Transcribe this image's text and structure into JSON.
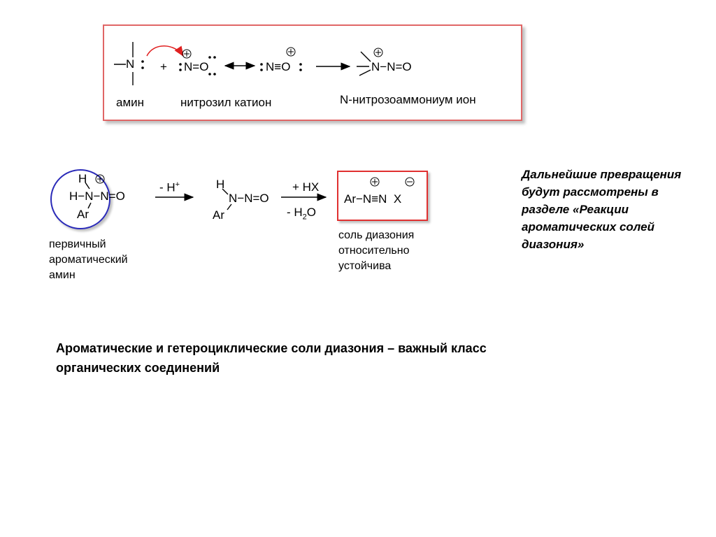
{
  "top": {
    "label_amine": "амин",
    "label_nitrosyl": "нитрозил катион",
    "label_ion": "N-нитрозоаммониум ион",
    "plus": "+",
    "species1": "N=O",
    "species2": "N≡O",
    "species3": "N−N=O"
  },
  "middle": {
    "step1": "- H",
    "step1_sup": "+",
    "step2_top": "+ HX",
    "step2_bottom": "- H",
    "step2_bottom_sub": "2",
    "step2_bottom_tail": "O",
    "caption_primary": [
      "первичный",
      "ароматический",
      "амин"
    ],
    "caption_salt": [
      "соль диазония",
      "относительно",
      "устойчива"
    ],
    "salt_formula": "Ar−N≡N  X"
  },
  "note": "Дальнейшие превращения будут рассмотрены в разделе «Реакции ароматических солей диазония»",
  "bottom": "Ароматические и гетероциклические соли диазония – важный класс органических соединений",
  "colors": {
    "box_red": "#e06666",
    "circle_blue": "#2a2ab8",
    "arrow_red": "#e02020"
  }
}
